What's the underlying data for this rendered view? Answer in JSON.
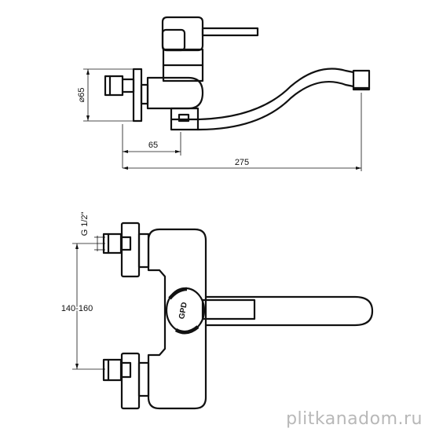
{
  "side_view": {
    "dim_diameter": "⌀65",
    "dim_width": "65",
    "dim_length": "275"
  },
  "front_view": {
    "dim_thread": "G 1/2\"",
    "dim_spacing": "140-160",
    "logo_text": "GPD"
  },
  "watermark": "plitkanadom.ru"
}
